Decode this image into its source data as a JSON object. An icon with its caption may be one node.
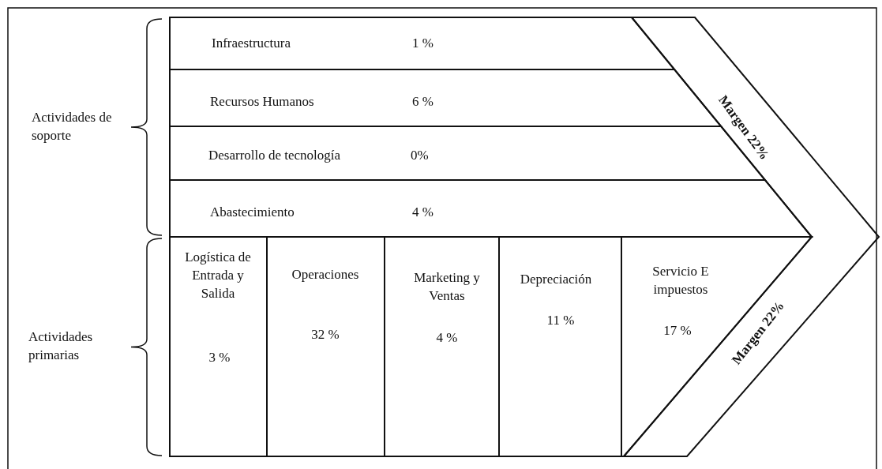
{
  "diagram": {
    "nodes": [
      {
        "text": [
          "Infraestructura",
          "1 %"
        ]
      },
      {
        "text": [
          "Recursos Humanos",
          "6 %"
        ]
      },
      {
        "text": [
          "Desarrollo de tecnología",
          "0%"
        ]
      },
      {
        "text": [
          "Abastecimiento",
          "4 %"
        ]
      },
      {
        "text": [
          "Logística de Entrada y Salida",
          "3 %"
        ]
      },
      {
        "text": [
          "Operaciones",
          "32 %"
        ]
      },
      {
        "text": [
          "Marketing y Ventas",
          "4 %"
        ]
      },
      {
        "text": [
          "Depreciación",
          "11 %"
        ]
      },
      {
        "text": [
          "Servicio E impuestos",
          "17 %"
        ]
      },
      {
        "text": [
          "Margen 22%",
          "Margen 22%"
        ]
      }
    ],
    "labels": [
      "Actividades de soporte",
      "Actividades primarias"
    ]
  }
}
